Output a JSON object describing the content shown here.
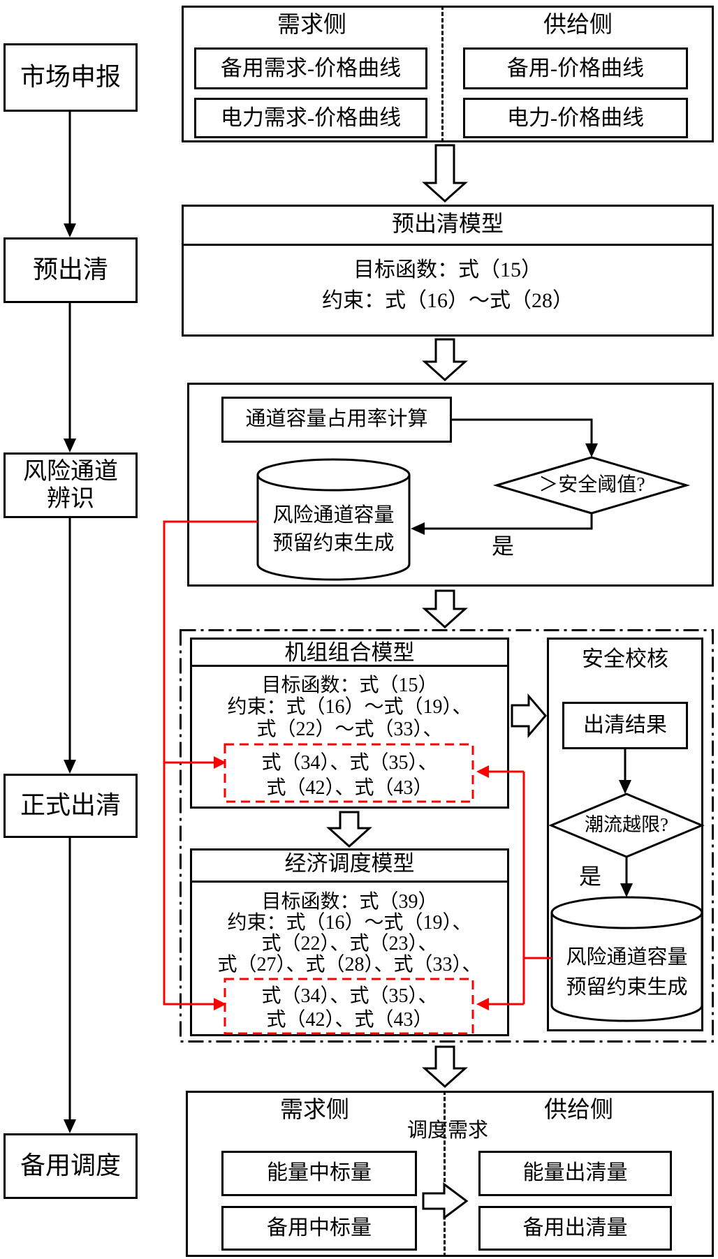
{
  "colors": {
    "accent_red": "#ff0000",
    "line_black": "#000000",
    "background": "#ffffff"
  },
  "left_flow": {
    "step1": "市场申报",
    "step2": "预出清",
    "step3_line1": "风险通道",
    "step3_line2": "辨识",
    "step4": "正式出清",
    "step5": "备用调度"
  },
  "bidding": {
    "demand_side_label": "需求侧",
    "supply_side_label": "供给侧",
    "demand_items": [
      "备用需求-价格曲线",
      "电力需求-价格曲线"
    ],
    "supply_items": [
      "备用-价格曲线",
      "电力-价格曲线"
    ]
  },
  "pre_clearing_model": {
    "title": "预出清模型",
    "objective": "目标函数：式（15）",
    "constraints": "约束：式（16）～式（28）"
  },
  "risk_identification": {
    "calc_label": "通道容量占用率计算",
    "decision_label": "＞安全阈值?",
    "yes_label": "是",
    "cylinder_line1": "风险通道容量",
    "cylinder_line2": "预留约束生成"
  },
  "unit_commitment": {
    "title": "机组组合模型",
    "line1": "目标函数：式（15）",
    "line2": "约束：式（16）～式（19）、",
    "line3": "式（22）～式（33）、",
    "red_line1": "式（34）、式（35）、",
    "red_line2": "式（42）、式（43）"
  },
  "economic_dispatch": {
    "title": "经济调度模型",
    "line1": "目标函数：式（39）",
    "line2": "约束：式（16）～式（19）、",
    "line3": "式（22）、式（23）、",
    "line4": "式（27）、式（28）、式（33）、",
    "red_line1": "式（34）、式（35）、",
    "red_line2": "式（42）、式（43）"
  },
  "security_check": {
    "title": "安全校核",
    "result_label": "出清结果",
    "decision_label": "潮流越限?",
    "yes_label": "是",
    "cylinder_line1": "风险通道容量",
    "cylinder_line2": "预留约束生成"
  },
  "dispatch_result": {
    "demand_side_label": "需求侧",
    "supply_side_label": "供给侧",
    "bridge_label": "调度需求",
    "demand_items": [
      "能量中标量",
      "备用中标量"
    ],
    "supply_items": [
      "能量出清量",
      "备用出清量"
    ]
  }
}
